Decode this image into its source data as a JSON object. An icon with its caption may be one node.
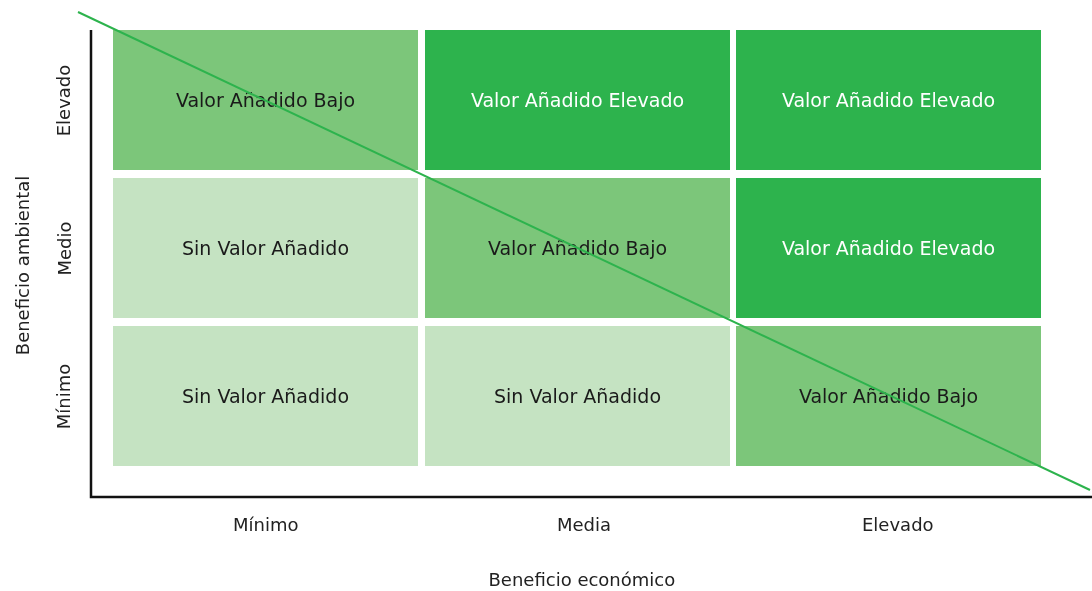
{
  "diagram": {
    "nodes": [
      {
        "text": [
          "Valor Añadido Bajo"
        ]
      },
      {
        "text": [
          "Valor Añadido Elevado"
        ]
      },
      {
        "text": [
          "Valor Añadido Elevado"
        ]
      },
      {
        "text": [
          "Sin Valor Añadido"
        ]
      },
      {
        "text": [
          "Valor Añadido Bajo"
        ]
      },
      {
        "text": [
          "Valor Añadido Elevado"
        ]
      },
      {
        "text": [
          "Sin Valor Añadido"
        ]
      },
      {
        "text": [
          "Sin Valor Añadido"
        ]
      },
      {
        "text": [
          "Valor Añadido Bajo"
        ]
      }
    ],
    "edges": [],
    "labels": [
      "Beneficio ambiental",
      "Elevado",
      "Medio",
      "Mínimo",
      "Mínimo",
      "Media",
      "Elevado",
      "Beneficio económico"
    ]
  }
}
